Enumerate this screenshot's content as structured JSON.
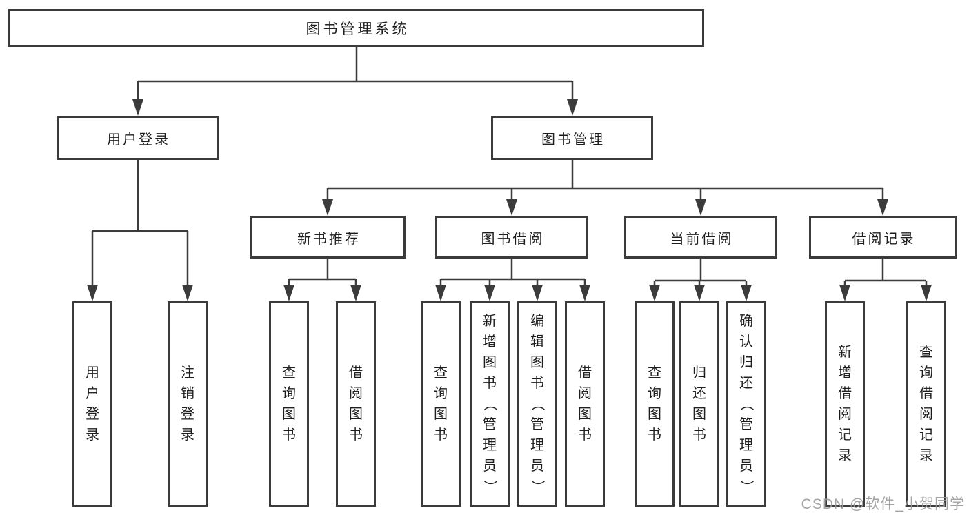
{
  "diagram": {
    "root": {
      "label": "图书管理系统",
      "children": [
        {
          "label": "用户登录",
          "children": [
            {
              "label": "用户登录"
            },
            {
              "label": "注销登录"
            }
          ]
        },
        {
          "label": "图书管理",
          "children": [
            {
              "label": "新书推荐",
              "children": [
                {
                  "label": "查询图书"
                },
                {
                  "label": "借阅图书"
                }
              ]
            },
            {
              "label": "图书借阅",
              "children": [
                {
                  "label": "查询图书"
                },
                {
                  "label": "新增图书（管理员）"
                },
                {
                  "label": "编辑图书（管理员）"
                },
                {
                  "label": "借阅图书"
                }
              ]
            },
            {
              "label": "当前借阅",
              "children": [
                {
                  "label": "查询图书"
                },
                {
                  "label": "归还图书"
                },
                {
                  "label": "确认归还（管理员）"
                }
              ]
            },
            {
              "label": "借阅记录",
              "children": [
                {
                  "label": "新增借阅记录"
                },
                {
                  "label": "查询借阅记录"
                }
              ]
            }
          ]
        }
      ]
    }
  },
  "watermark": {
    "text": "CSDN @软件_小贺同学",
    "color": "#9a9a9a"
  },
  "colors": {
    "line": "#3b3b3b",
    "box_border": "#3b3b3b",
    "box_background": "#ffffff",
    "text": "#1e1e1e",
    "page_background": "#ffffff"
  }
}
